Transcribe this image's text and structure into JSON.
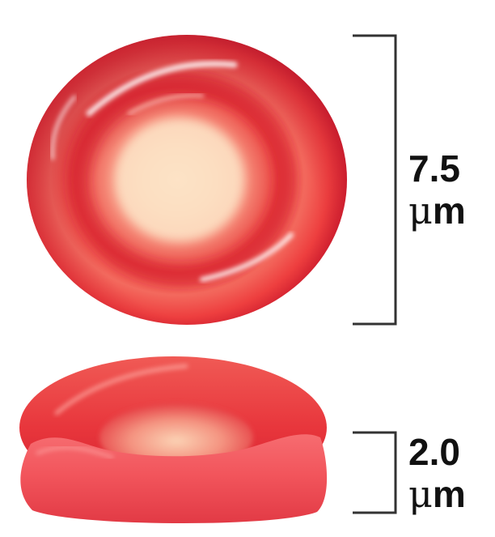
{
  "colors": {
    "cell_light": "#fde2c4",
    "cell_mid": "#f26257",
    "cell_dark": "#d9182a",
    "highlight": "#ffffff",
    "bracket": "#333333",
    "text": "#111111"
  },
  "top_view": {
    "name": "red-blood-cell-face-view",
    "measurement": {
      "value": "7.5",
      "unit_prefix": "μ",
      "unit": "m"
    }
  },
  "side_view": {
    "name": "red-blood-cell-side-view",
    "measurement": {
      "value": "2.0",
      "unit_prefix": "μ",
      "unit": "m"
    }
  }
}
